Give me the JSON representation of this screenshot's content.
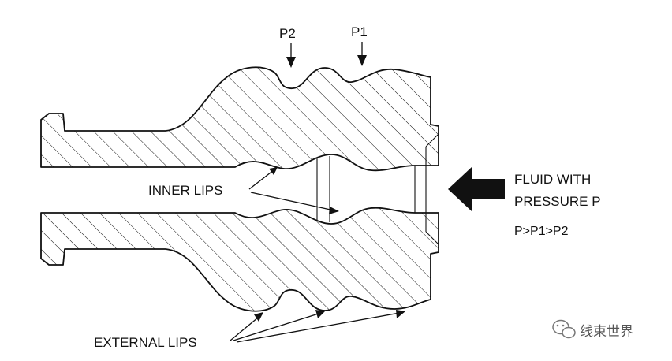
{
  "labels": {
    "p2": "P2",
    "p1": "P1",
    "inner_lips": "INNER LIPS",
    "external_lips": "EXTERNAL LIPS",
    "fluid_line1": "FLUID WITH",
    "fluid_line2": "PRESSURE  P",
    "relation": "P>P1>P2"
  },
  "watermark": {
    "text": "线束世界",
    "icon": "wechat-icon"
  },
  "colors": {
    "ink": "#111111",
    "watermark": "#666666"
  }
}
